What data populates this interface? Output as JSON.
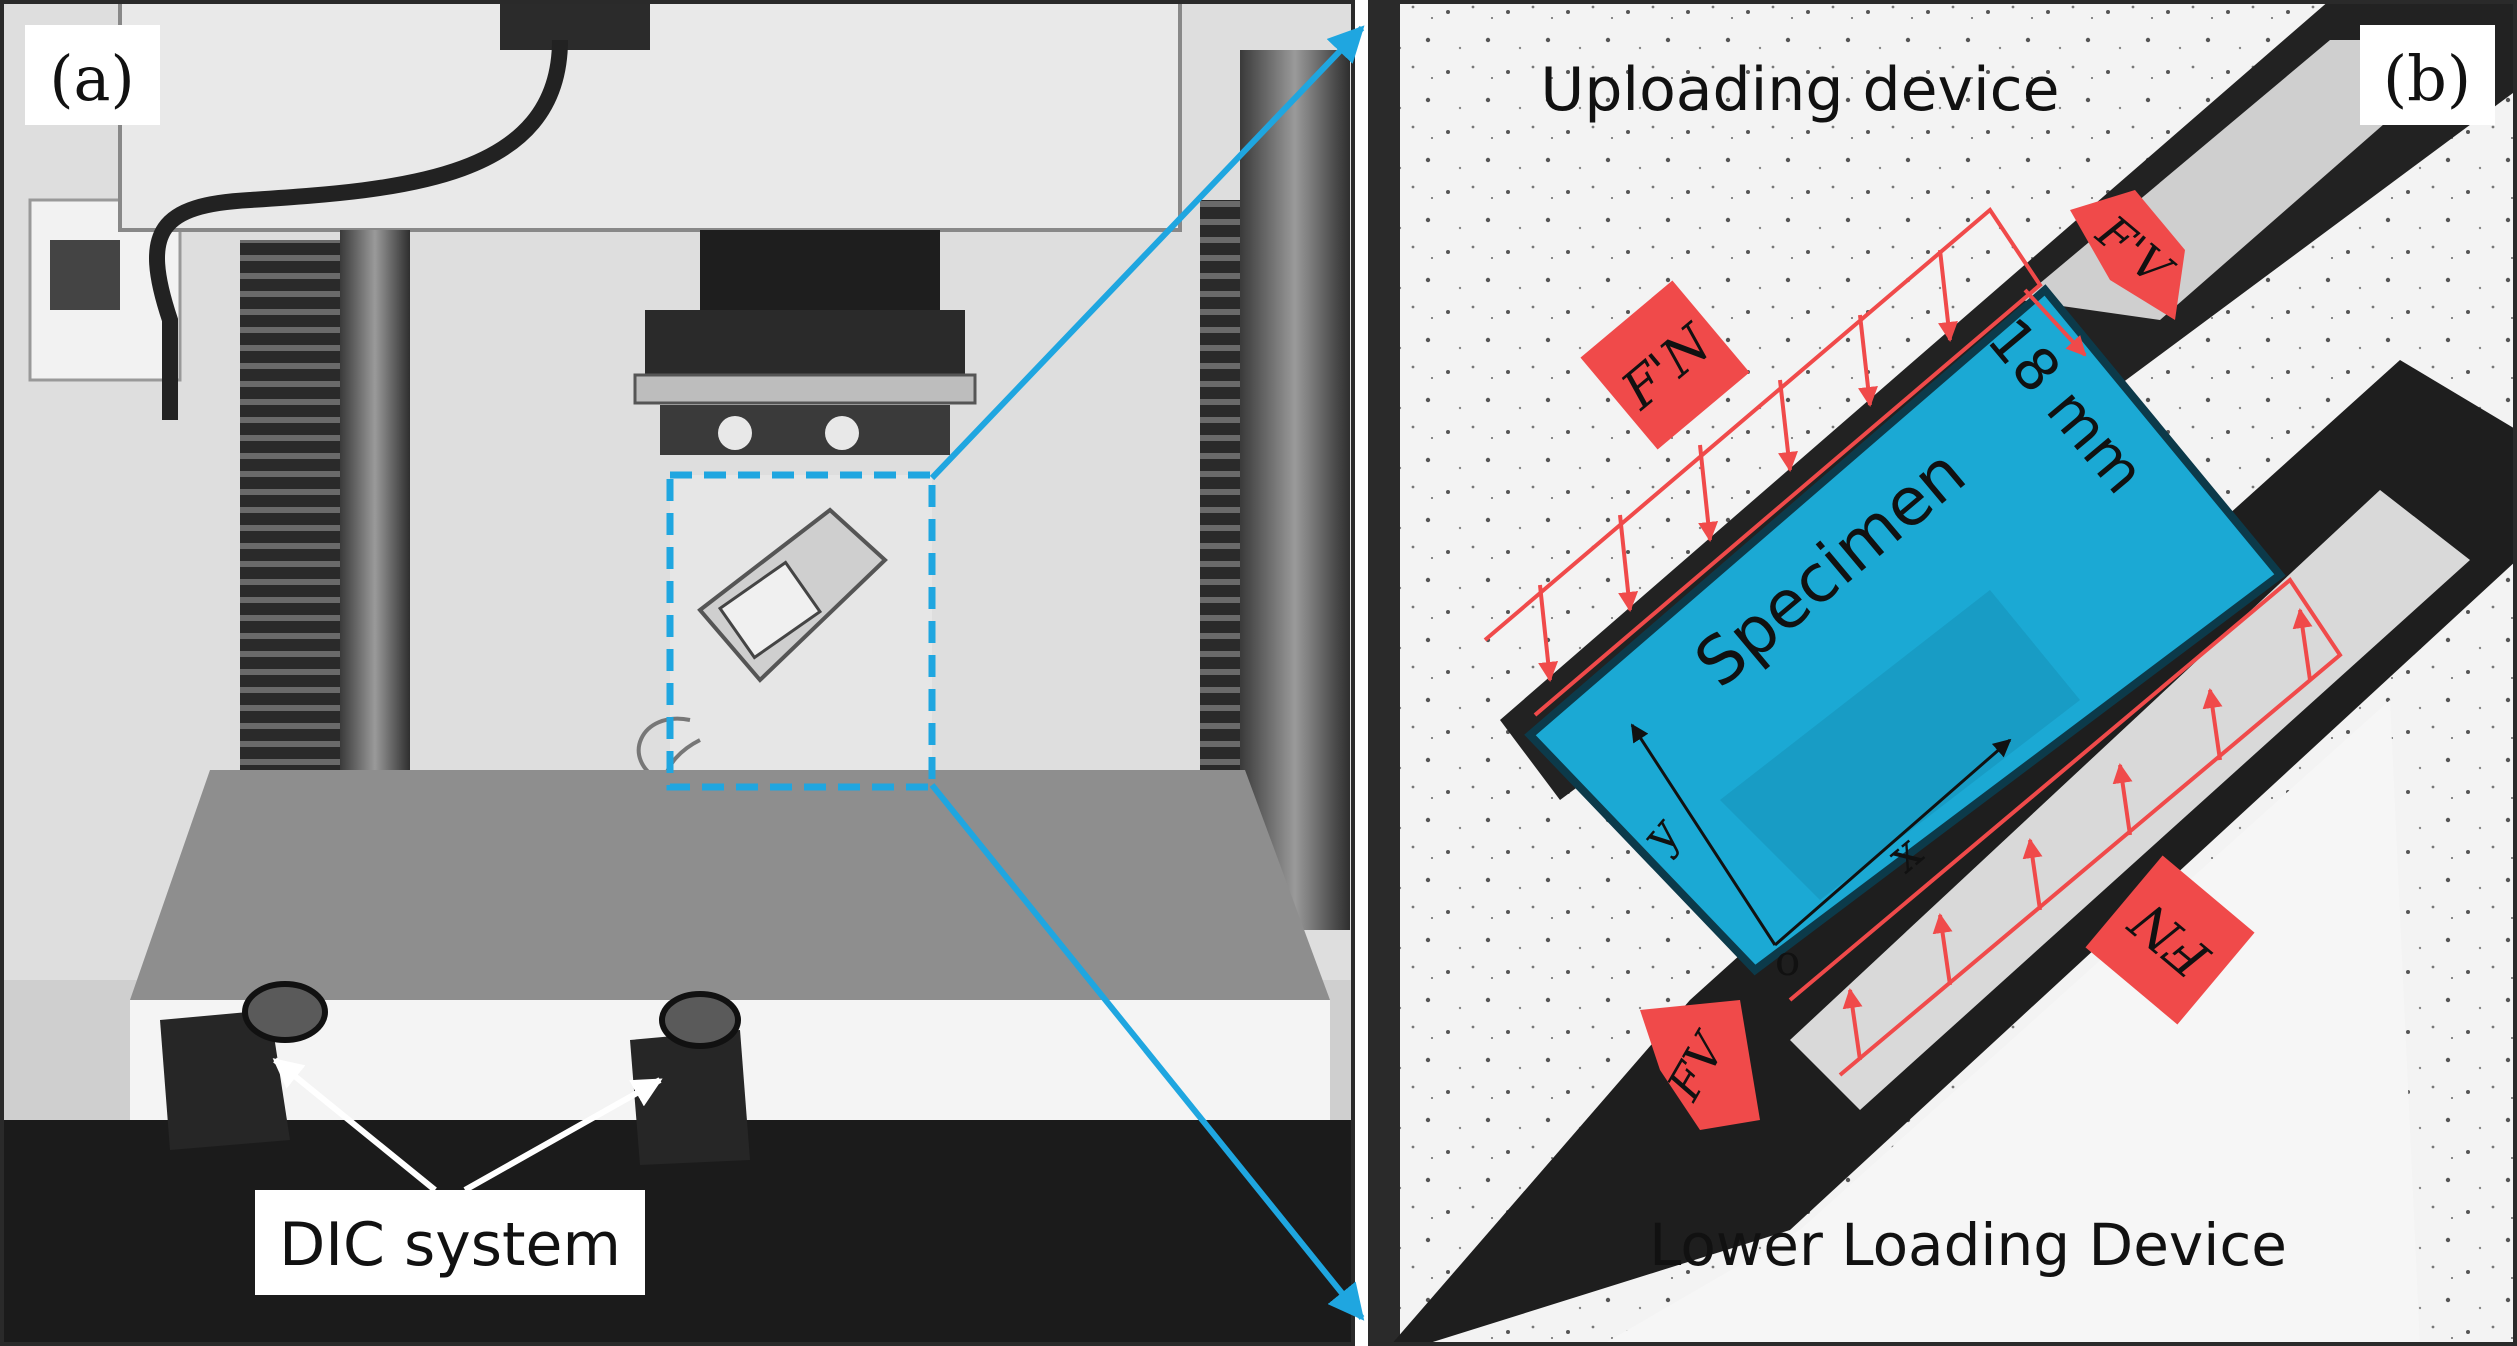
{
  "panel_a": {
    "label": "(a)",
    "callout": "DIC system"
  },
  "panel_b": {
    "label": "(b)",
    "top_label": "Uploading device",
    "bottom_label": "Lower Loading Device",
    "specimen_label": "Specimen",
    "dimension": "18 mm",
    "axis_x": "x",
    "axis_y": "y",
    "origin": "o",
    "force_top_normal": "F'N",
    "force_top_shear": "F'V",
    "force_bottom_normal": "FN",
    "force_bottom_shear": "FV"
  },
  "colors": {
    "link_arrow": "#1fa6e0",
    "specimen": "#1ba9d4",
    "force": "#f04a4a",
    "frame": "#2a2a2a"
  }
}
